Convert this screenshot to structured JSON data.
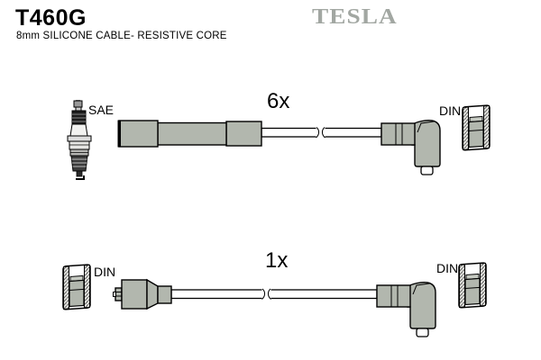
{
  "header": {
    "part_number": "T460G",
    "subtitle": "8mm SILICONE CABLE- RESISTIVE CORE",
    "brand_logo": "TESLA"
  },
  "colors": {
    "logo_gray": "#a2a7a2",
    "boot_gray": "#b2b7ae",
    "outline": "#000000"
  },
  "diagram": {
    "cables": [
      {
        "quantity": "6x",
        "left_label": "SAE",
        "right_label": "DIN",
        "left_terminal_icon": "spark-plug-icon",
        "right_terminal_icon": "din-connector-icon"
      },
      {
        "quantity": "1x",
        "left_label": "DIN",
        "right_label": "DIN",
        "left_terminal_icon": "din-connector-icon",
        "right_terminal_icon": "din-connector-icon"
      }
    ]
  }
}
